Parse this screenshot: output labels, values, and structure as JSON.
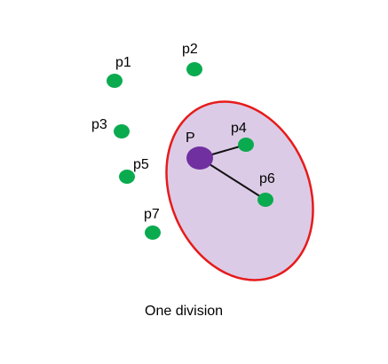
{
  "colors": {
    "background": "#ffffff",
    "region_fill": "#dccbe6",
    "region_stroke": "#e61b1b",
    "point": "#0aab4f",
    "center": "#7030a0",
    "link": "#111111"
  },
  "center_label": "P",
  "points": [
    {
      "id": "p1",
      "label": "p1"
    },
    {
      "id": "p2",
      "label": "p2"
    },
    {
      "id": "p3",
      "label": "p3"
    },
    {
      "id": "p4",
      "label": "p4"
    },
    {
      "id": "p5",
      "label": "p5"
    },
    {
      "id": "p6",
      "label": "p6"
    },
    {
      "id": "p7",
      "label": "p7"
    }
  ],
  "caption": "One division"
}
